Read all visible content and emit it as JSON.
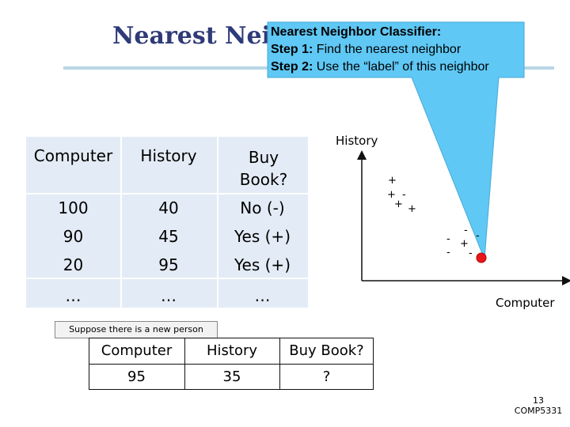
{
  "slide": {
    "title": "Nearest Neig",
    "callout": {
      "heading": "Nearest Neighbor Classifier:",
      "step1_label": "Step 1:",
      "step1_text": "Find the nearest neighbor",
      "step2_label": "Step 2:",
      "step2_text": "Use the “label” of this neighbor",
      "fill_color": "#5fc8f5"
    },
    "training_table": {
      "headers": [
        "Computer",
        "History",
        "Buy Book?"
      ],
      "rows": [
        [
          "100",
          "40",
          "No (-)"
        ],
        [
          "90",
          "45",
          "Yes (+)"
        ],
        [
          "20",
          "95",
          "Yes (+)"
        ],
        [
          "…",
          "…",
          "…"
        ]
      ],
      "fill_color": "#e3ecf6"
    },
    "plot": {
      "y_label": "History",
      "x_label": "Computer",
      "plus_symbol": "+",
      "minus_symbol": "-",
      "new_point_color": "#e8161b"
    },
    "suppose_note": "Suppose there is a new person",
    "query_table": {
      "headers": [
        "Computer",
        "History",
        "Buy Book?"
      ],
      "values": [
        "95",
        "35",
        "?"
      ]
    },
    "page_number": "13",
    "course_code": "COMP5331"
  }
}
